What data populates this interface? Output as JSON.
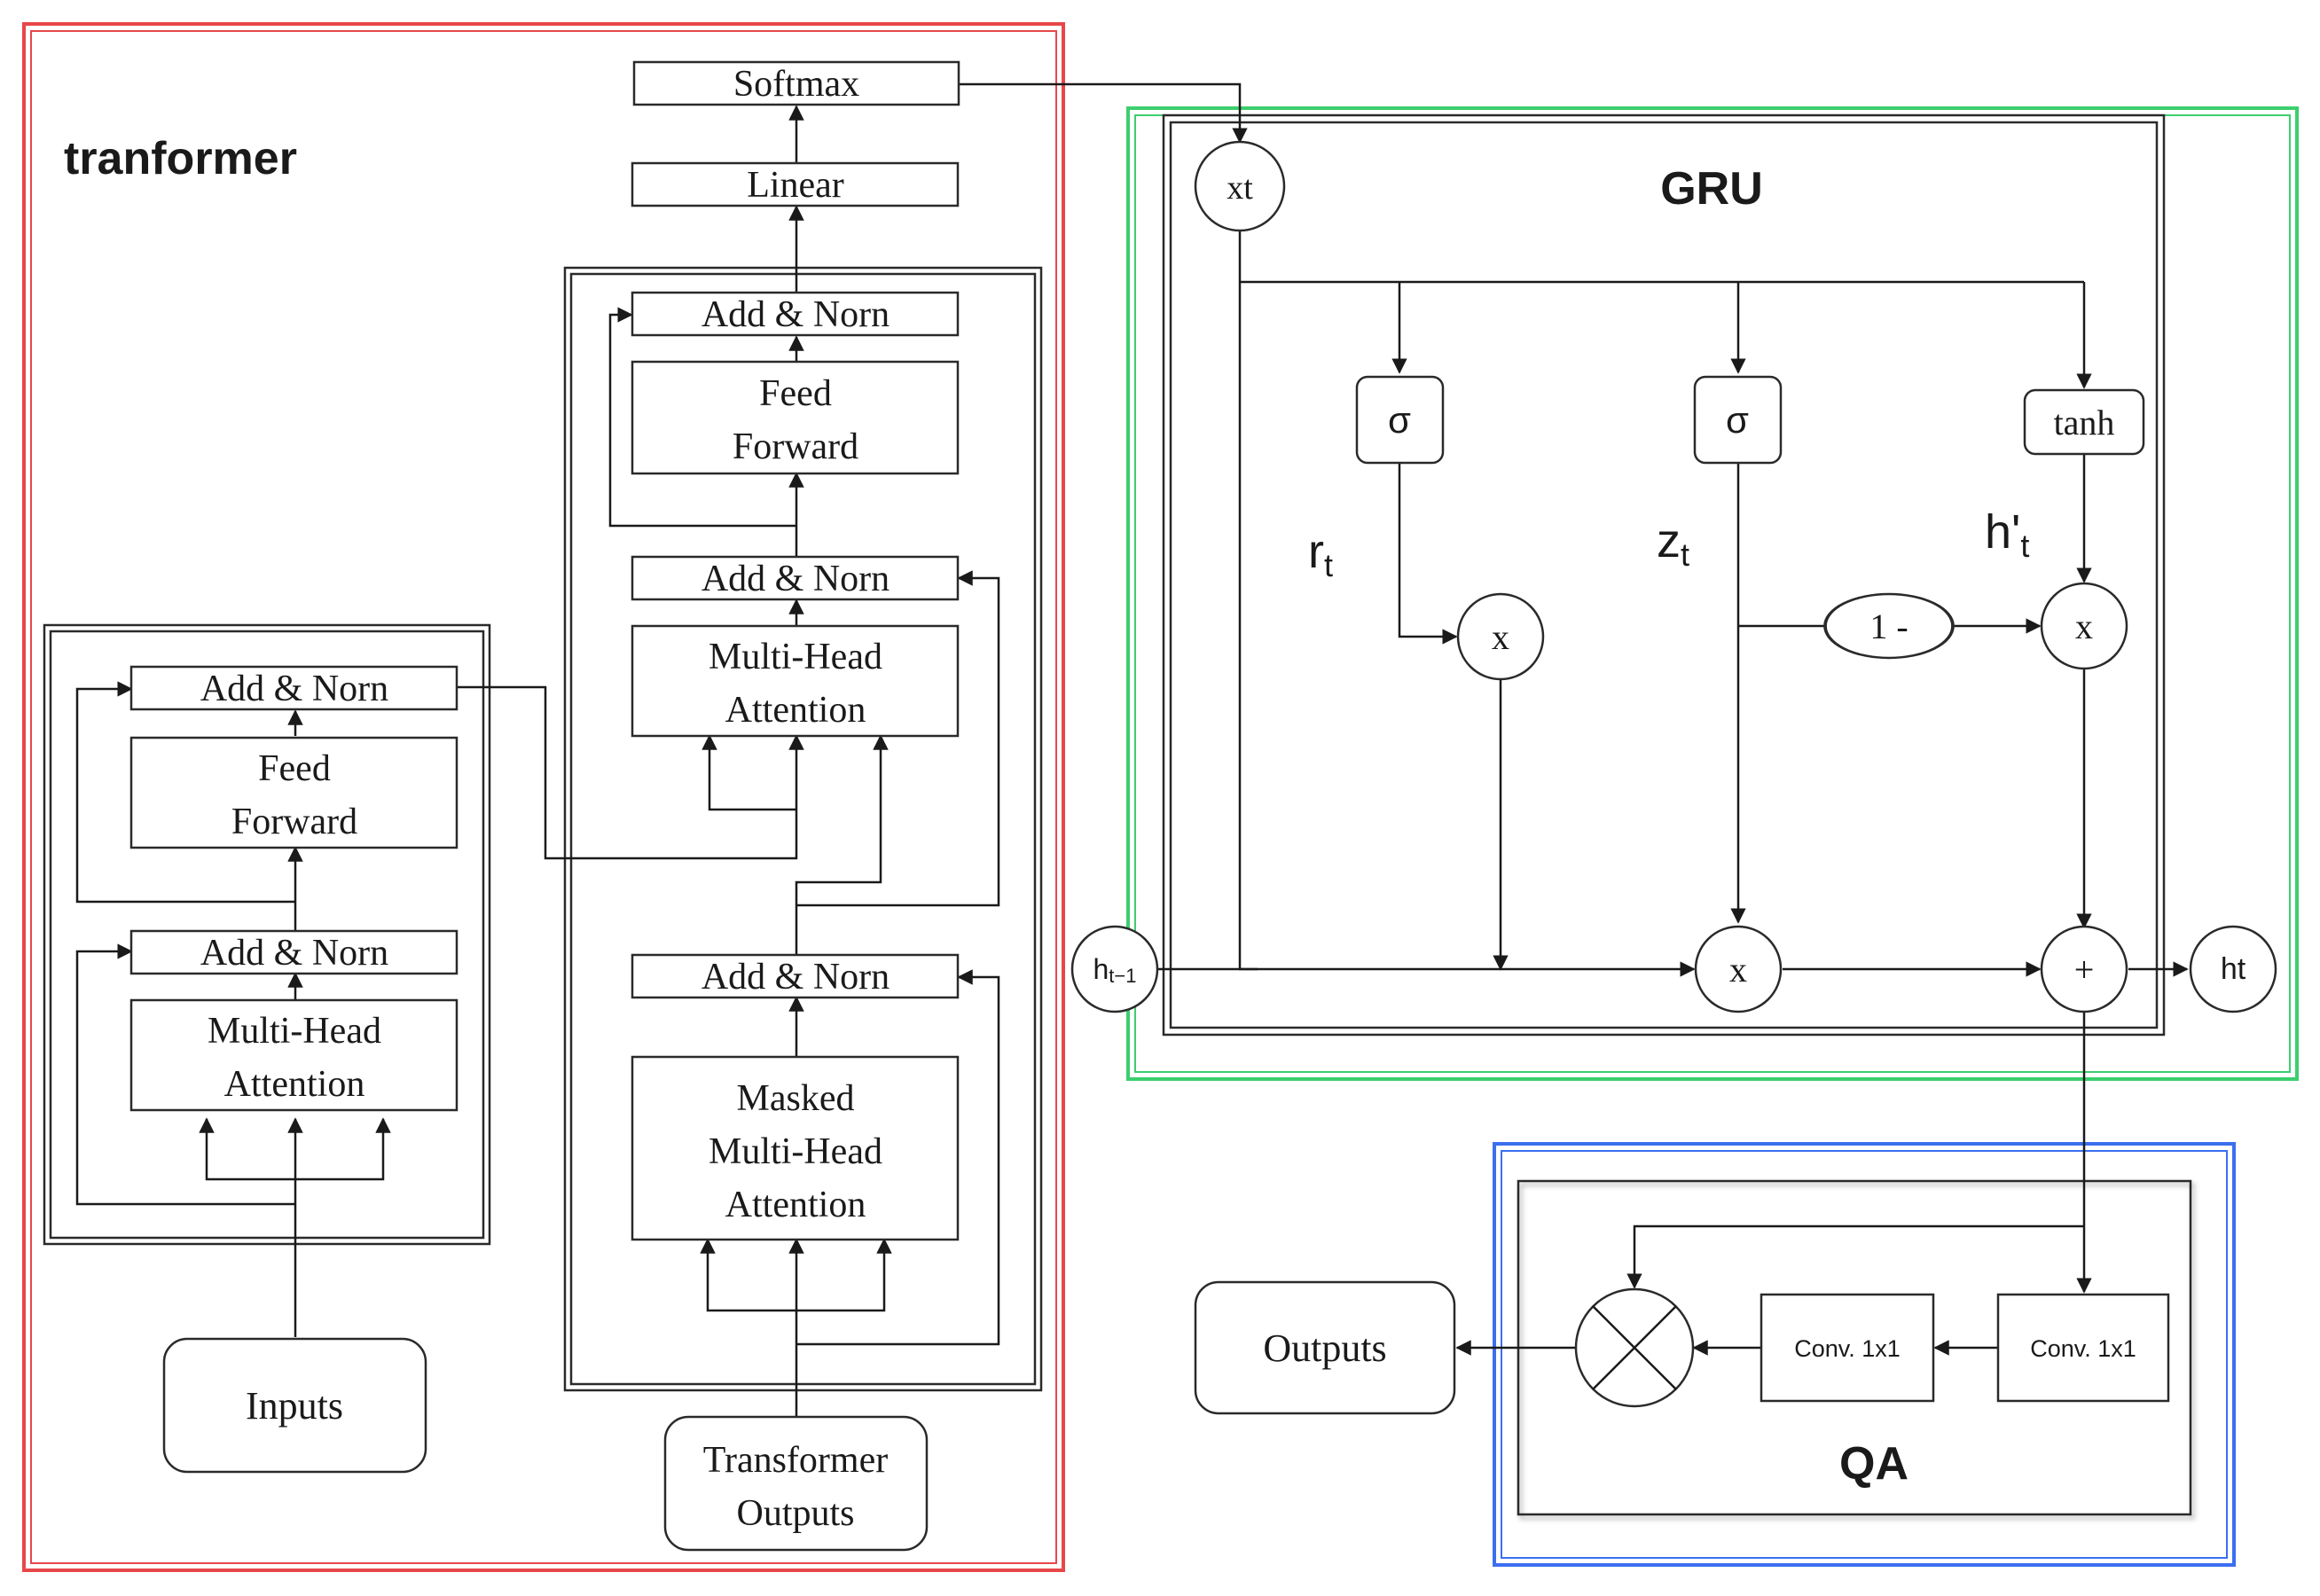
{
  "colors": {
    "transformer_frame": "#e8474a",
    "gru_frame": "#3ccf6e",
    "qa_frame": "#3b6ff0",
    "line": "#1a1a1a"
  },
  "transformer": {
    "title": "tranformer",
    "encoder": {
      "add_norm_top": "Add & Norn",
      "feed_forward": [
        "Feed",
        "Forward"
      ],
      "add_norm_bottom": "Add & Norn",
      "attention": [
        "Multi-Head",
        "Attention"
      ],
      "inputs": "Inputs"
    },
    "decoder": {
      "softmax": "Softmax",
      "linear": "Linear",
      "add_norm_top": "Add & Norn",
      "feed_forward": [
        "Feed",
        "Forward"
      ],
      "add_norm_mid": "Add & Norn",
      "cross_attention": [
        "Multi-Head",
        "Attention"
      ],
      "add_norm_bottom": "Add & Norn",
      "masked_attention": [
        "Masked",
        "Multi-Head",
        "Attention"
      ],
      "outputs": [
        "Transformer",
        "Outputs"
      ]
    }
  },
  "gru": {
    "title": "GRU",
    "xt": "xt",
    "sigma_r": "σ",
    "sigma_z": "σ",
    "tanh": "tanh",
    "r_label": {
      "main": "r",
      "sub": "t"
    },
    "z_label": {
      "main": "z",
      "sub": "t"
    },
    "h_prime_label": {
      "main": "h'",
      "sub": "t"
    },
    "mult_r": "x",
    "one_minus": "1 -",
    "mult_top": "x",
    "mult_bottom": "x",
    "plus": "+",
    "h_prev": {
      "main": "h",
      "sub": "t−1"
    },
    "h_t": "ht"
  },
  "qa": {
    "title": "QA",
    "conv_right": "Conv. 1x1",
    "conv_left": "Conv. 1x1",
    "outputs": "Outputs"
  }
}
